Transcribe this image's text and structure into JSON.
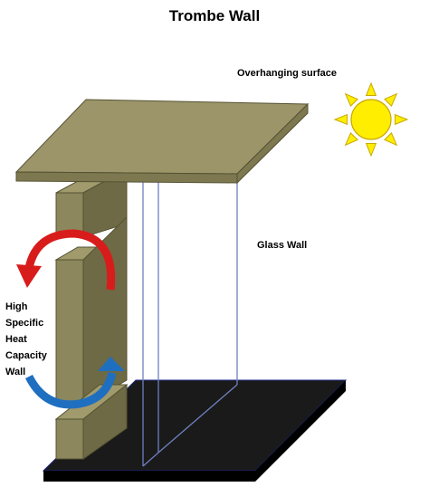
{
  "title": "Trombe Wall",
  "labels": {
    "overhang": "Overhanging surface",
    "glass": "Glass Wall",
    "wall_lines": [
      "High",
      "Specific",
      "Heat",
      "Capacity",
      "Wall"
    ]
  },
  "colors": {
    "wall": "#8c875c",
    "wall_dark": "#6e6a45",
    "roof": "#9c9569",
    "ground": "#1a1a1a",
    "glass_line": "#6f80c0",
    "sun": "#ffee00",
    "red_arrow": "#d81c1c",
    "blue_arrow": "#1f6fc0"
  },
  "icons": {
    "sun": "sun-icon",
    "red_arrow": "curved-arrow-down-icon",
    "blue_arrow": "curved-arrow-up-icon"
  }
}
